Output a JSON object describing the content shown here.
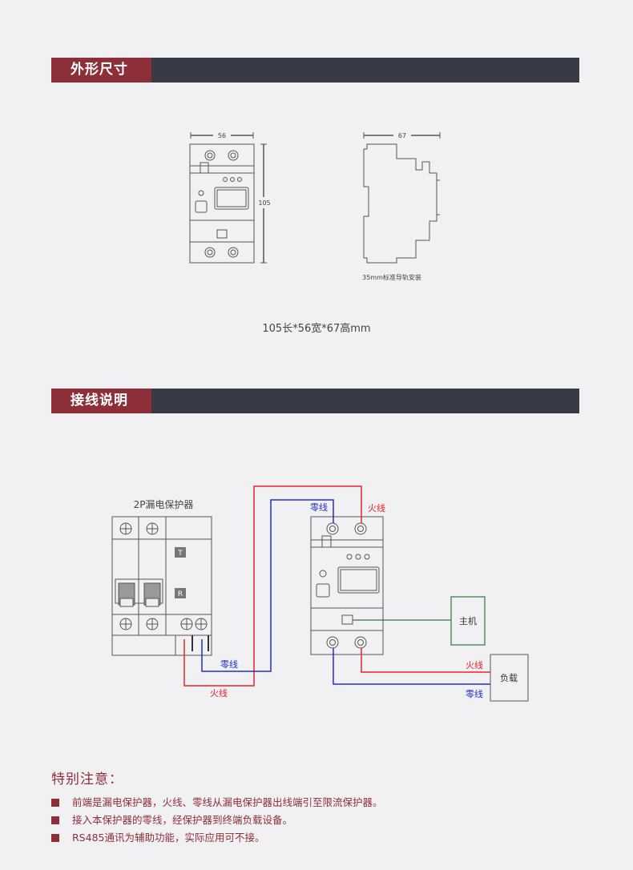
{
  "section1": {
    "title": "外形尺寸"
  },
  "dimensions": {
    "front_width": "56",
    "front_height": "105",
    "side_depth": "67",
    "rail_note": "35mm标准导轨安装",
    "caption": "105长*56宽*67高mm"
  },
  "section2": {
    "title": "接线说明"
  },
  "wiring": {
    "rcd_label": "2P漏电保护器",
    "rcd_t": "T",
    "rcd_r": "R",
    "neutral_top": "零线",
    "live_top": "火线",
    "neutral_bottom": "零线",
    "live_bottom": "火线",
    "host_label": "主机",
    "load_label": "负载",
    "load_live": "火线",
    "load_neutral": "零线",
    "colors": {
      "live": "#e8242a",
      "neutral": "#1f2fc8",
      "signal": "#2a7a3a"
    }
  },
  "notes": {
    "title": "特别注意：",
    "items": [
      "前端是漏电保护器，火线、零线从漏电保护器出线端引至限流保护器。",
      "接入本保护器的零线，经保护器到终端负载设备。",
      "RS485通讯为辅助功能，实际应用可不接。"
    ]
  }
}
